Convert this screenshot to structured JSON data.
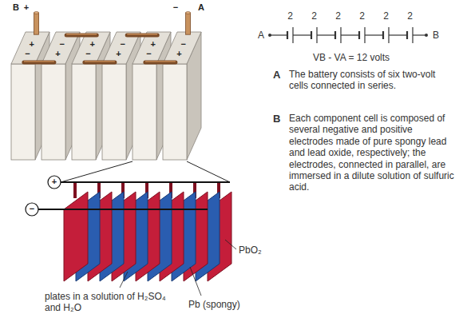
{
  "diagram": {
    "labels": [
      "B",
      "+",
      "−",
      "A",
      "+",
      "−",
      "−",
      "+",
      "+",
      "−",
      "−",
      "+",
      "+",
      "−",
      "−",
      "+",
      "A",
      "2",
      "2",
      "2",
      "2",
      "2",
      "2",
      "B",
      "VB - VA = 12 volts",
      "A",
      "The battery consists of six two-volt cells connected in series.",
      "B",
      "Each component cell is composed of several negative and positive electrodes made of pure spongy lead and lead oxide, respectively; the electrodes, connected in parallel, are immersed in a dilute solution of sulfuric acid.",
      "+",
      "−",
      "PbO₂",
      "Pb (spongy)",
      "plates in a solution of H₂SO₄ and H₂O"
    ]
  }
}
